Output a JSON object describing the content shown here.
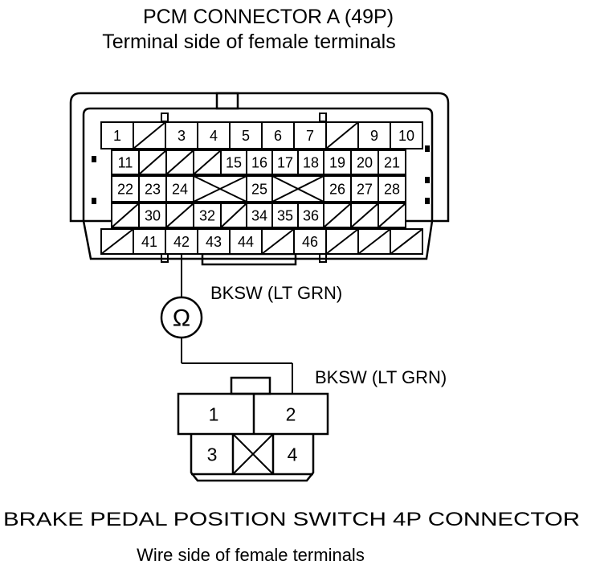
{
  "pcm_connector": {
    "title": "PCM CONNECTOR A (49P)",
    "subtitle": "Terminal side of female terminals",
    "rows": [
      [
        "1",
        "",
        "3",
        "4",
        "5",
        "6",
        "7",
        "",
        "9",
        "10"
      ],
      [
        "11",
        "",
        "",
        "",
        "15",
        "16",
        "17",
        "18",
        "19",
        "20",
        "21"
      ],
      [
        "22",
        "23",
        "24",
        "",
        "",
        "25",
        "",
        "",
        "26",
        "27",
        "28"
      ],
      [
        "",
        "30",
        "",
        "32",
        "",
        "34",
        "35",
        "36",
        "",
        "",
        ""
      ],
      [
        "",
        "41",
        "42",
        "43",
        "44",
        "",
        "46",
        "",
        "",
        ""
      ]
    ]
  },
  "wire": {
    "upper_label": "BKSW (LT GRN)",
    "lower_label": "BKSW (LT GRN)",
    "meter_symbol": "Ω"
  },
  "brake_connector": {
    "title": "BRAKE PEDAL POSITION SWITCH 4P CONNECTOR",
    "subtitle": "Wire side of female terminals",
    "top_pins": [
      "1",
      "2"
    ],
    "bottom_pins": [
      "3",
      "",
      "4"
    ]
  }
}
